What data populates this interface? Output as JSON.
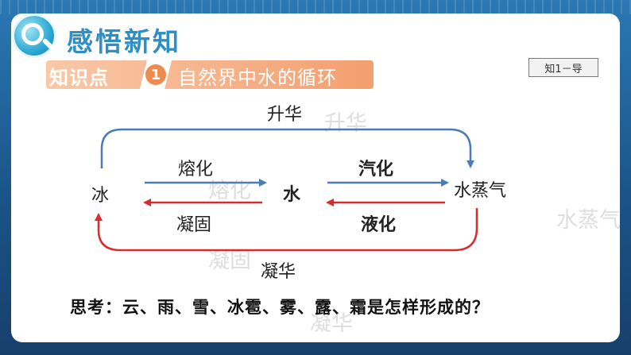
{
  "header": {
    "title": "感悟新知",
    "knowledge_point_label": "知识点",
    "knowledge_point_number": "1",
    "knowledge_point_title": "自然界中水的循环",
    "tag": "知1－导"
  },
  "diagram": {
    "states": {
      "ice": "冰",
      "water": "水",
      "vapor": "水蒸气"
    },
    "processes": {
      "sublimation": "升华",
      "melting": "熔化",
      "solidification": "凝固",
      "vaporization": "汽化",
      "liquefaction": "液化",
      "deposition": "凝华"
    },
    "colors": {
      "forward_arrow": "#4a7db8",
      "reverse_arrow": "#d92b2b"
    }
  },
  "watermark": {
    "sublimation": "升华",
    "melting": "熔化",
    "vapor": "水蒸气",
    "solidification": "凝固",
    "deposition": "凝华"
  },
  "question": "思考：云、雨、雪、冰雹、雾、露、霜是怎样形成的？"
}
